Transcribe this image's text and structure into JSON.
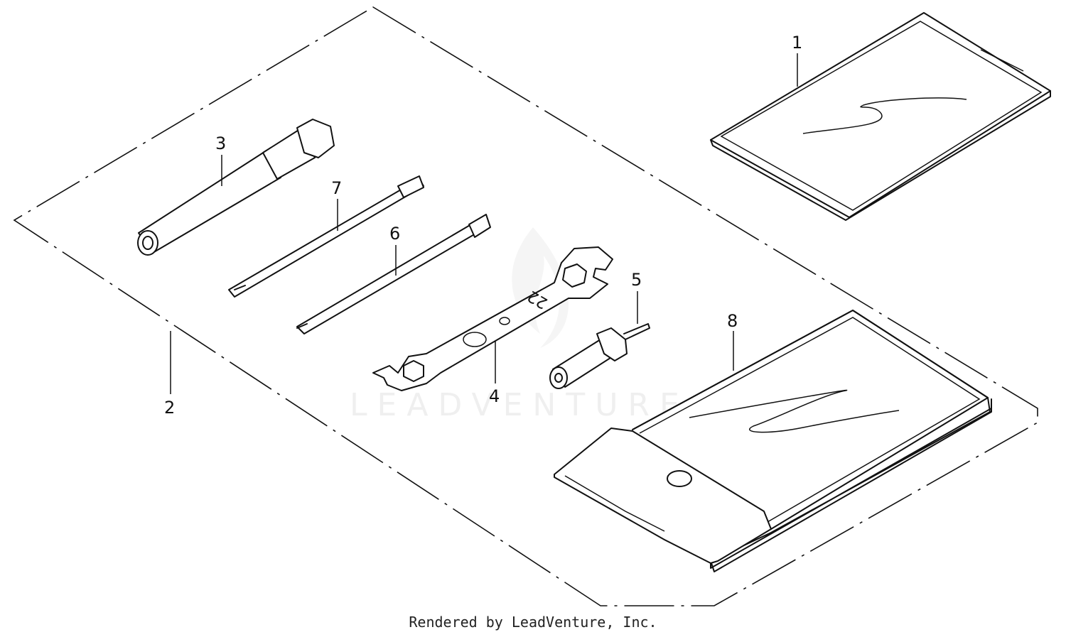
{
  "footer": "Rendered by LeadVenture, Inc.",
  "watermark": "LEADVENTURE",
  "callouts": [
    "1",
    "2",
    "3",
    "4",
    "5",
    "6",
    "7",
    "8"
  ],
  "wrench_marking": "22"
}
